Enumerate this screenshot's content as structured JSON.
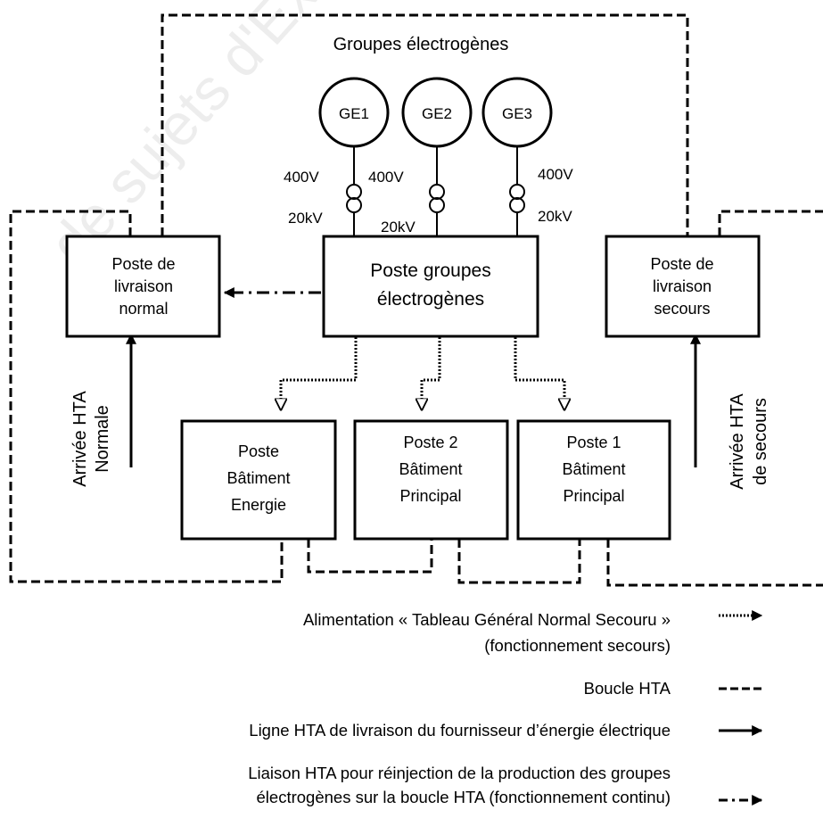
{
  "title": "Groupes électrogènes",
  "generators": [
    "GE1",
    "GE2",
    "GE3"
  ],
  "voltages": {
    "low": "400V",
    "high": "20kV"
  },
  "posts": {
    "livraison_normal": [
      "Poste de",
      "livraison",
      "normal"
    ],
    "groupes": [
      "Poste groupes",
      "électrogènes"
    ],
    "livraison_secours": [
      "Poste de",
      "livraison",
      "secours"
    ],
    "energie": [
      "Poste",
      "Bâtiment",
      "Energie"
    ],
    "principal2": [
      "Poste 2",
      "Bâtiment",
      "Principal"
    ],
    "principal1": [
      "Poste 1",
      "Bâtiment",
      "Principal"
    ]
  },
  "arrivals": {
    "normale": [
      "Arrivée HTA",
      "Normale"
    ],
    "secours": [
      "Arrivée HTA",
      "de secours"
    ]
  },
  "legend": {
    "item1": [
      "Alimentation « Tableau Général Normal Secouru »",
      "(fonctionnement secours)"
    ],
    "item2": [
      "Boucle HTA"
    ],
    "item3": [
      "Ligne HTA de livraison du fournisseur d’énergie électrique"
    ],
    "item4": [
      "Liaison HTA pour réinjection de la production des groupes",
      "électrogènes sur la boucle HTA (fonctionnement continu)"
    ]
  },
  "watermark": "de sujets d'Examens de France"
}
